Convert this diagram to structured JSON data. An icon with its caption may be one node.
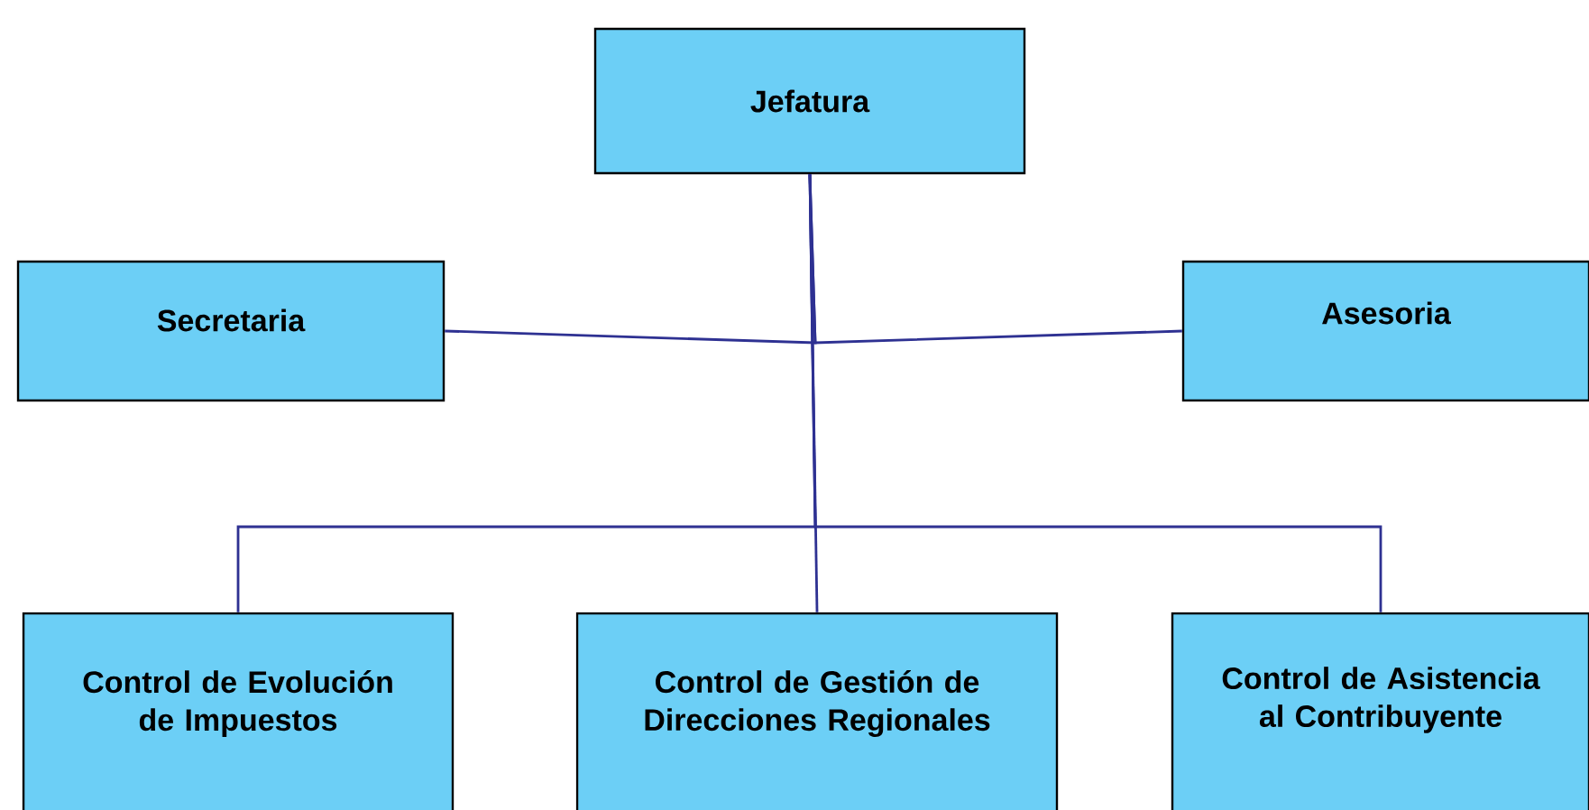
{
  "diagram": {
    "nodes": [
      {
        "text": [
          "Jefatura"
        ]
      },
      {
        "text": [
          "Secretaria"
        ]
      },
      {
        "text": [
          "Asesoria"
        ]
      },
      {
        "text": [
          "Control de Evolución de Impuestos"
        ]
      },
      {
        "text": [
          "Control de Gestión de Direcciones Regionales"
        ]
      },
      {
        "text": [
          "Control de Asistencia al Contribuyente"
        ]
      }
    ],
    "edges": [
      {
        "from": 0,
        "to": 1,
        "arrow": "none"
      },
      {
        "from": 0,
        "to": 2,
        "arrow": "none"
      },
      {
        "from": 0,
        "to": 3,
        "arrow": "none"
      },
      {
        "from": 0,
        "to": 4,
        "arrow": "none"
      },
      {
        "from": 0,
        "to": 5,
        "arrow": "none"
      }
    ]
  }
}
